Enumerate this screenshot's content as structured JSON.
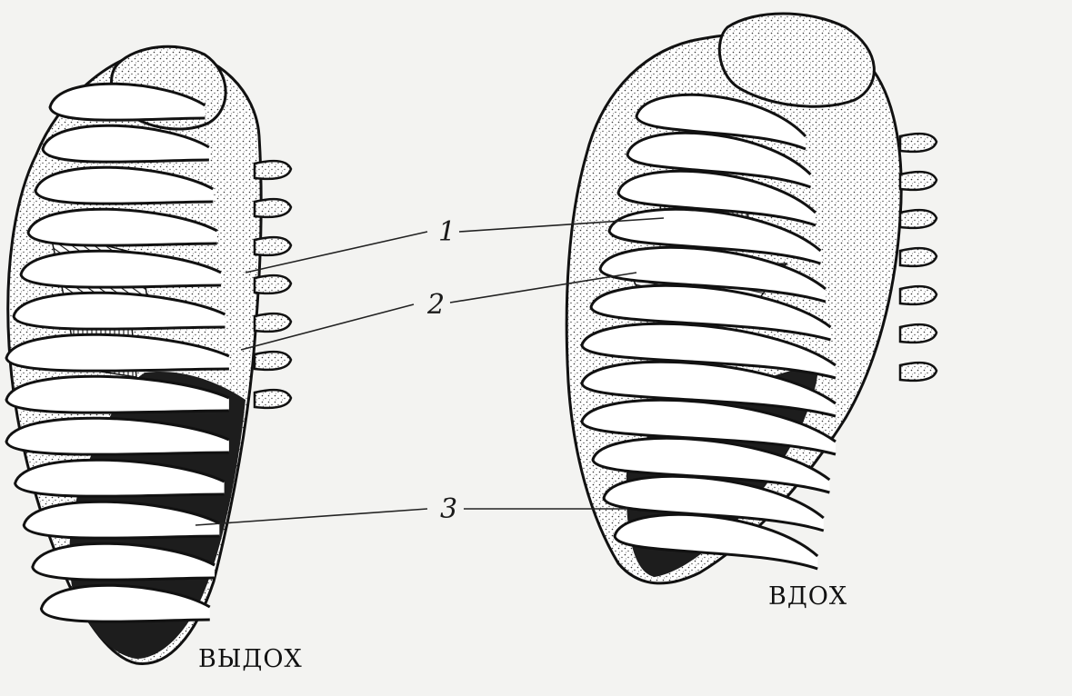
{
  "figure": {
    "labels": [
      "1",
      "2",
      "3"
    ],
    "caption_left": "ВЫДОХ",
    "caption_right": "ВДОХ"
  },
  "colors": {
    "paper": "#f3f3f1",
    "ink": "#111111",
    "dark_fill": "#1d1d1d"
  }
}
